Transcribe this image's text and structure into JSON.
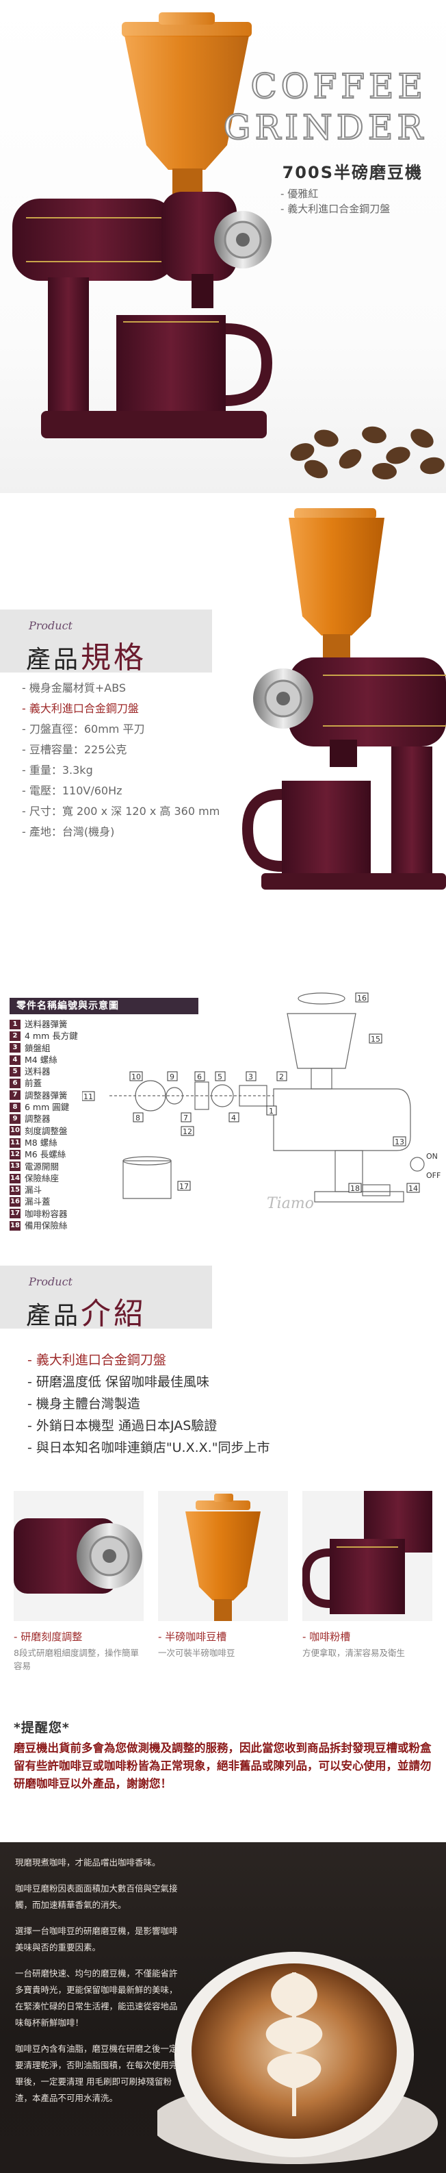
{
  "hero": {
    "title_line1": "COFFEE",
    "title_line2": "GRINDER",
    "model": "700S半磅磨豆機",
    "bullets": [
      "優雅紅",
      "義大利進口合金鋼刀盤"
    ]
  },
  "colors": {
    "burgundy": "#5a1a2e",
    "hopper_orange": "#e8861c",
    "accent_red": "#9e2a2a",
    "dark_bg": "#221d1a"
  },
  "specs_section": {
    "en": "Product",
    "zh_a": "產品",
    "zh_b": "規格",
    "items": [
      "機身金屬材質+ABS",
      "義大利進口合金鋼刀盤",
      "刀盤直徑：60mm 平刀",
      "豆槽容量：225公克",
      "重量：3.3kg",
      "電壓：110V/60Hz",
      "尺寸：寬 200 x 深 120 x 高 360 mm",
      "產地：台灣(機身)"
    ]
  },
  "parts": {
    "title": "零件名稱編號與示意圖",
    "items": [
      {
        "n": "1",
        "name": "送料器彈簧"
      },
      {
        "n": "2",
        "name": "4 mm 長方鍵"
      },
      {
        "n": "3",
        "name": "鎖盤組"
      },
      {
        "n": "4",
        "name": "M4 螺絲"
      },
      {
        "n": "5",
        "name": "送料器"
      },
      {
        "n": "6",
        "name": "前蓋"
      },
      {
        "n": "7",
        "name": "調整器彈簧"
      },
      {
        "n": "8",
        "name": "6 mm 圓鍵"
      },
      {
        "n": "9",
        "name": "調整器"
      },
      {
        "n": "10",
        "name": "刻度調整盤"
      },
      {
        "n": "11",
        "name": "M8 螺絲"
      },
      {
        "n": "12",
        "name": "M6 長螺絲"
      },
      {
        "n": "13",
        "name": "電源開關"
      },
      {
        "n": "14",
        "name": "保險絲座"
      },
      {
        "n": "15",
        "name": "漏斗"
      },
      {
        "n": "16",
        "name": "漏斗蓋"
      },
      {
        "n": "17",
        "name": "咖啡粉容器"
      },
      {
        "n": "18",
        "name": "備用保險絲"
      }
    ],
    "switch_on": "ON",
    "switch_off": "OFF",
    "brand": "Tiamo"
  },
  "intro_section": {
    "en": "Product",
    "zh_a": "產品",
    "zh_b": "介紹",
    "features": [
      "義大利進口合金鋼刀盤",
      "研磨溫度低  保留咖啡最佳風味",
      "機身主體台灣製造",
      "外銷日本機型  通過日本JAS驗證",
      "與日本知名咖啡連鎖店\"U.X.X.\"同步上市"
    ]
  },
  "thumbs": [
    {
      "caption": "研磨刻度調整",
      "desc": "8段式研磨粗細度調整，操作簡單容易"
    },
    {
      "caption": "半磅咖啡豆槽",
      "desc": "一次可裝半磅咖啡豆"
    },
    {
      "caption": "咖啡粉槽",
      "desc": "方便拿取，清潔容易及衛生"
    }
  ],
  "reminder": {
    "title": "*提醒您*",
    "text": "磨豆機出貨前多會為您做測機及調整的服務，因此當您收到商品拆封發現豆槽或粉盒留有些許咖啡豆或咖啡粉皆為正常現象，絕非舊品或陳列品，可以安心使用，並請勿研磨咖啡豆以外產品，謝謝您！"
  },
  "bottom": {
    "paragraphs": [
      "現磨現煮咖啡，才能品嚐出咖啡香味。",
      "咖啡豆磨粉因表面面積加大數百倍與空氣接觸，而加速精華香氣的消失。",
      "選擇一台咖啡豆的研磨磨豆機，是影響咖啡美味與否的重要因素。",
      "一台研磨快速、均勻的磨豆機，不僅能省許多寶貴時光，更能保留咖啡最新鮮的美味，在緊湊忙碌的日常生活裡，能迅速從容地品味每杯新鮮咖啡！",
      "咖啡豆內含有油脂，磨豆機在研磨之後一定要清理乾淨，否則油脂囤積，在每次使用完畢後，一定要清理  用毛刷即可刷掉殘留粉渣，本產品不可用水清洗。"
    ]
  }
}
